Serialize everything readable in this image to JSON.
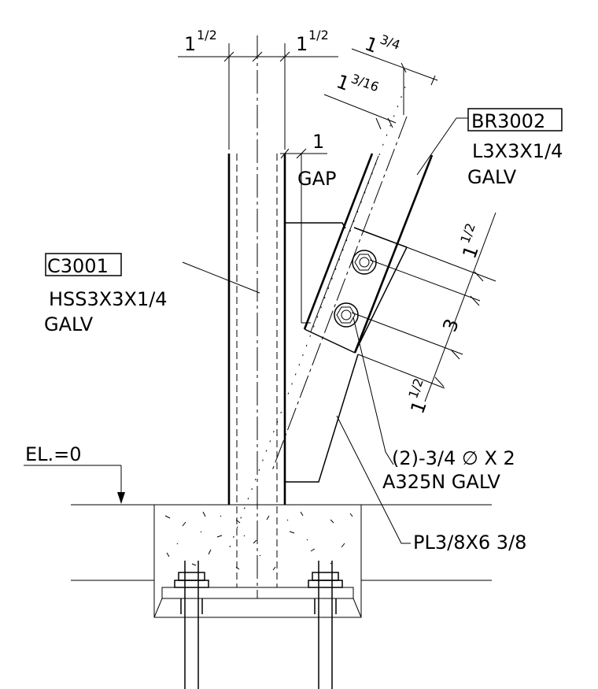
{
  "dimensions": {
    "left_width_whole": "1",
    "left_width_frac": "1/2",
    "right_width_whole": "1",
    "right_width_frac": "1/2",
    "angle_leg_whole": "1",
    "angle_leg_frac": "3/4",
    "gage_whole": "1",
    "gage_frac": "3/16",
    "gap_value": "1",
    "gap_label": "GAP",
    "edge_top_whole": "1",
    "edge_top_frac": "1/2",
    "bolt_spacing": "3",
    "edge_bottom_whole": "1",
    "edge_bottom_frac": "1/2"
  },
  "brace": {
    "tag": "BR3002",
    "size_line": "L3X3X1/4",
    "finish": "GALV"
  },
  "column": {
    "tag": "C3001",
    "size_line": "HSS3X3X1/4",
    "finish": "GALV"
  },
  "elevation": {
    "label": "EL.=0"
  },
  "bolts": {
    "line1": "(2)-3/4 ∅ X 2",
    "line2": "A325N GALV"
  },
  "plate": {
    "label": "PL3/8X6 3/8"
  }
}
